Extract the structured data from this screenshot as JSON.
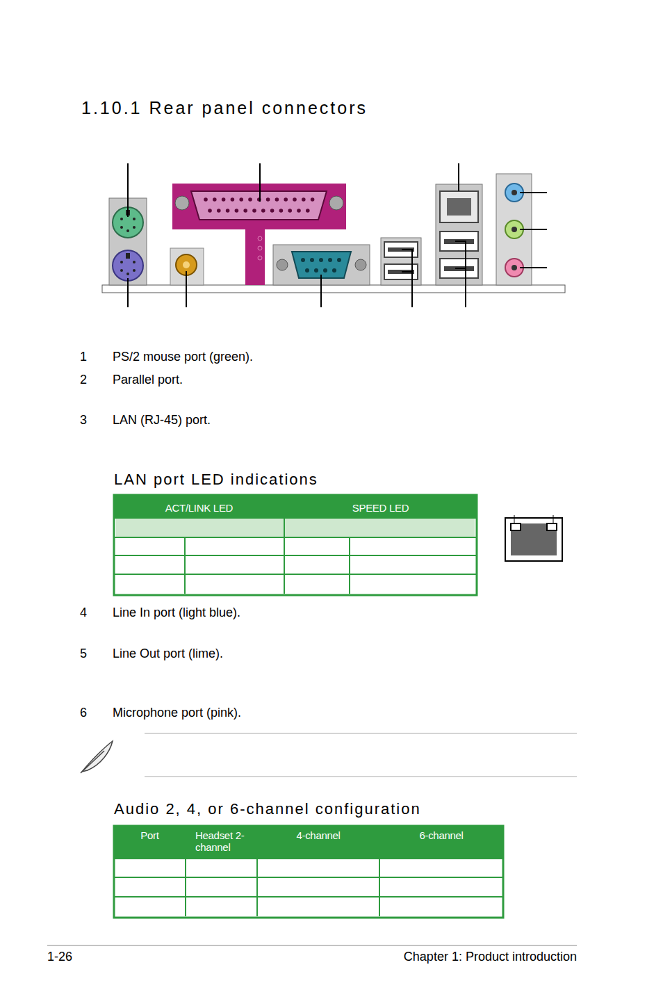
{
  "diagram": {
    "title": "1.10.1 Rear panel connectors",
    "labels": [
      "1",
      "PS/2 mouse port (green).",
      "2",
      "Parallel port.",
      "3",
      "LAN (RJ-45) port.",
      "LAN port LED indications",
      "ACT/LINK LED",
      "SPEED LED",
      "4",
      "Line In port (light blue).",
      "5",
      "Line Out port (lime).",
      "6",
      "Microphone port (pink).",
      "Audio 2, 4, or 6-channel configuration",
      "Port",
      "Headset 2-channel",
      "4-channel",
      "6-channel",
      "1-26",
      "Chapter 1: Product introduction"
    ]
  }
}
